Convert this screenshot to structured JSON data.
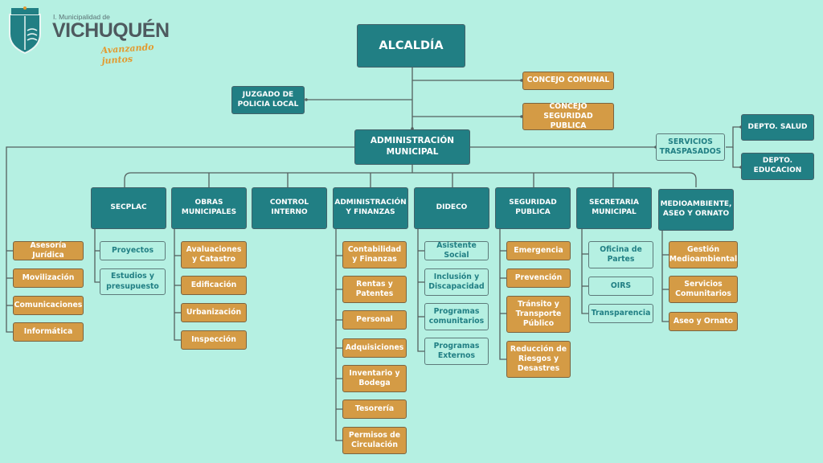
{
  "logo": {
    "subtitle": "I. Municipalidad de",
    "title": "VICHUQUÉN",
    "slogan": "Avanzando juntos",
    "icon": "municipal-coat-of-arms-icon"
  },
  "colors": {
    "background": "#b5f0e2",
    "primary_teal": "#217f84",
    "secondary_orange": "#d49b45",
    "line": "#55605f"
  },
  "top": {
    "alcaldia": "ALCALDÍA",
    "juzgado": "JUZGADO DE POLICIA LOCAL",
    "concejo_comunal": "CONCEJO COMUNAL",
    "concejo_seguridad": "CONCEJO SEGURIDAD PUBLICA",
    "administracion_municipal": "ADMINISTRACIÓN MUNICIPAL",
    "servicios_traspasados": "SERVICIOS TRASPASADOS",
    "depto_salud": "DEPTO. SALUD",
    "depto_educacion": "DEPTO. EDUCACION"
  },
  "staff_units": [
    "Asesoría Jurídica",
    "Movilización",
    "Comunicaciones",
    "Informática"
  ],
  "departments": [
    {
      "name": "SECPLAC",
      "units": [
        "Proyectos",
        "Estudios y presupuesto"
      ]
    },
    {
      "name": "OBRAS MUNICIPALES",
      "units": [
        "Avaluaciones y Catastro",
        "Edificación",
        "Urbanización",
        "Inspección"
      ]
    },
    {
      "name": "CONTROL INTERNO",
      "units": []
    },
    {
      "name": "ADMINISTRACIÓN Y FINANZAS",
      "units": [
        "Contabilidad y Finanzas",
        "Rentas y Patentes",
        "Personal",
        "Adquisiciones",
        "Inventario y Bodega",
        "Tesorería",
        "Permisos de Circulación"
      ]
    },
    {
      "name": "DIDECO",
      "units": [
        "Asistente Social",
        "Inclusión y Discapacidad",
        "Programas comunitarios",
        "Programas Externos"
      ]
    },
    {
      "name": "SEGURIDAD PUBLICA",
      "units": [
        "Emergencia",
        "Prevención",
        "Tránsito y Transporte Público",
        "Reducción de Riesgos y Desastres"
      ]
    },
    {
      "name": "SECRETARIA MUNICIPAL",
      "units": [
        "Oficina de Partes",
        "OIRS",
        "Transparencia"
      ]
    },
    {
      "name": "MEDIOAMBIENTE, ASEO Y ORNATO",
      "units": [
        "Gestión Medioambiental",
        "Servicios Comunitarios",
        "Aseo y Ornato"
      ]
    }
  ]
}
